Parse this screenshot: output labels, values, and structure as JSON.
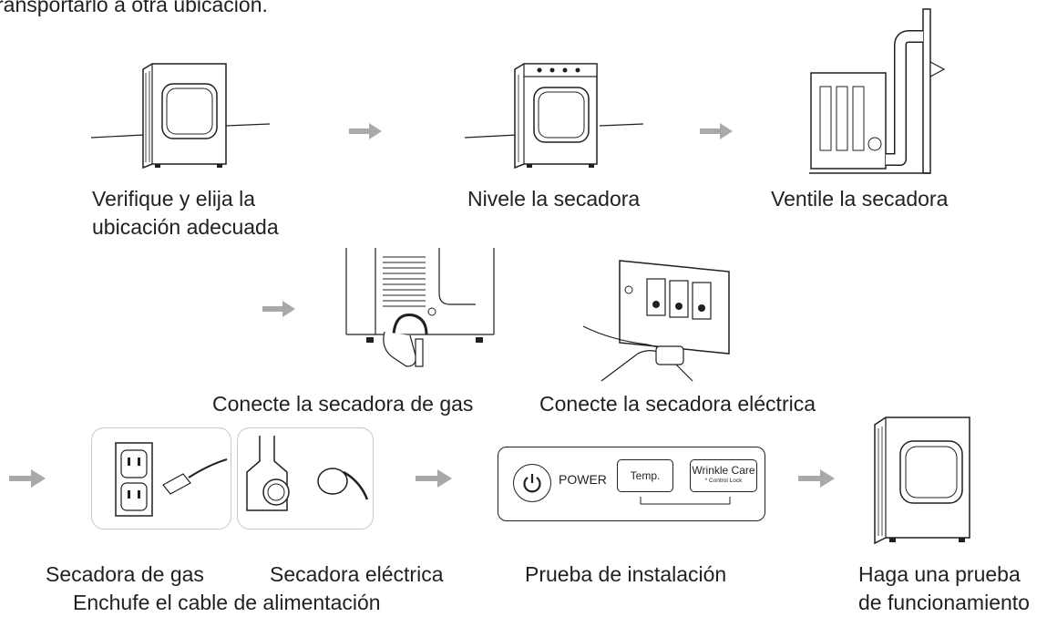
{
  "intro_text": "ransportarlo a otra ubicación.",
  "steps": {
    "location": "Verifique y elija la\nubicación adecuada",
    "level": "Nivele la secadora",
    "vent": "Ventile la secadora",
    "gas": "Conecte la secadora de gas",
    "electric": "Conecte la secadora eléctrica",
    "plug_gas": "Secadora de gas",
    "plug_electric": "Secadora eléctrica",
    "plug_title": "Enchufe el cable de alimentación",
    "test_install": "Prueba de instalación",
    "test_run": "Haga una prueba\nde funcionamiento"
  },
  "control_panel": {
    "power_label": "POWER",
    "temp_label": "Temp.",
    "wrinkle_label": "Wrinkle Care",
    "lock_label": "* Control Lock"
  },
  "colors": {
    "arrow": "#a7a9ac",
    "line": "#231f20"
  }
}
